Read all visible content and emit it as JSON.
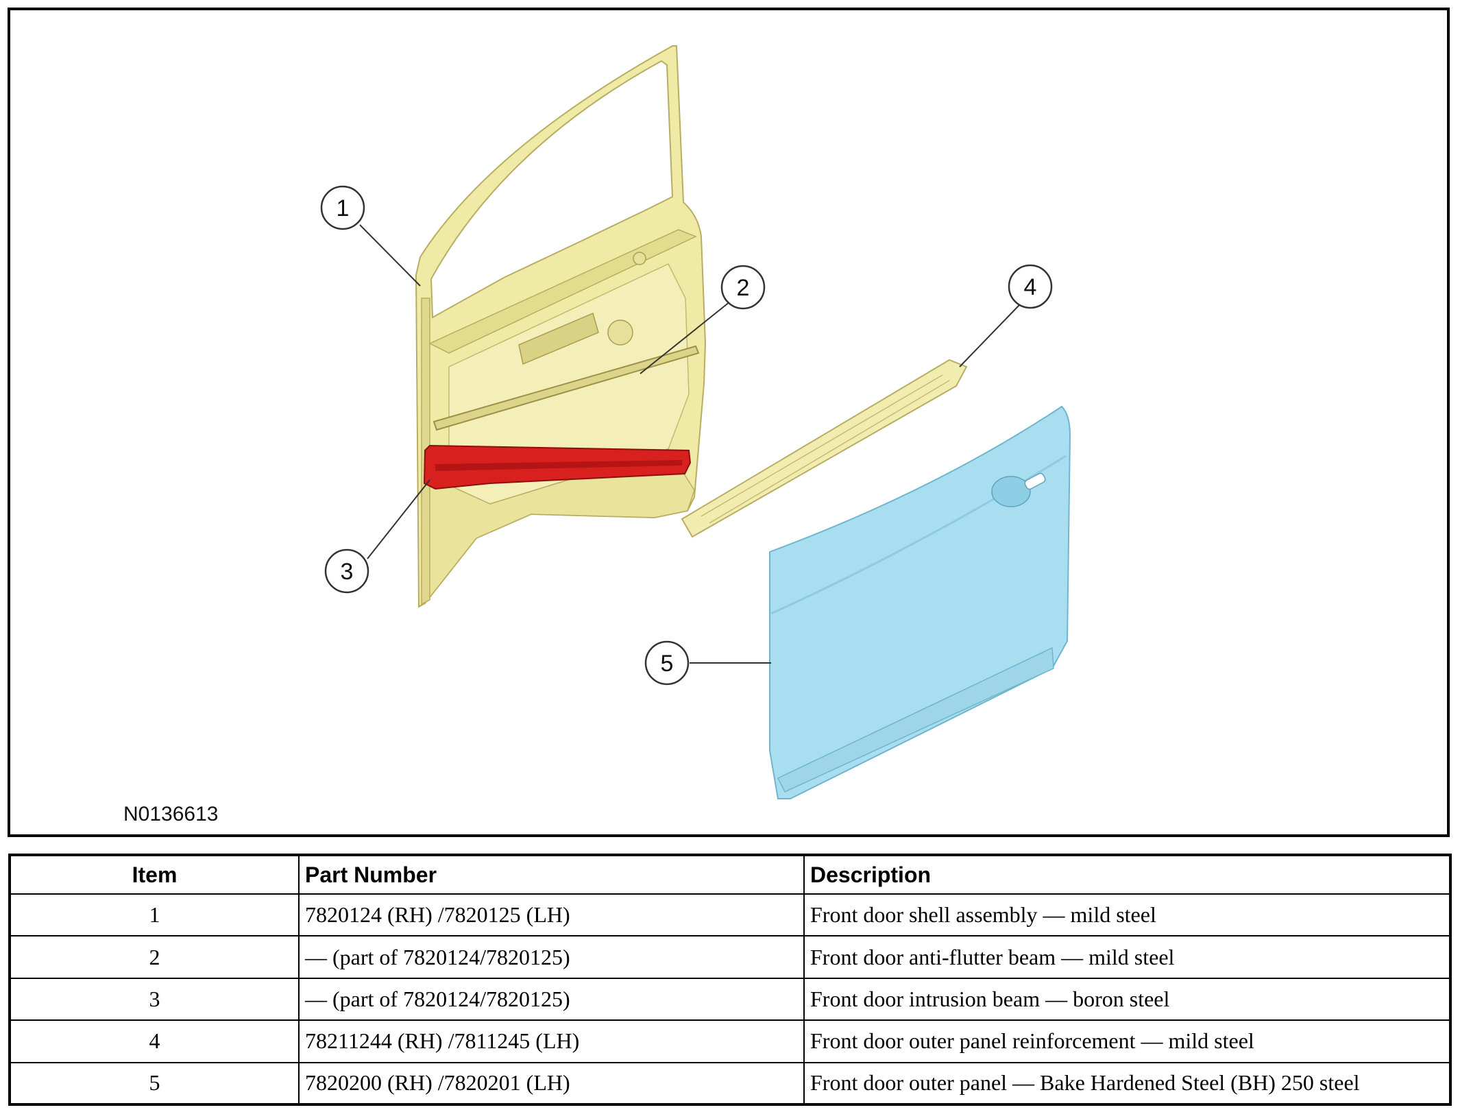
{
  "figure": {
    "id_label": "N0136613",
    "callouts": [
      "1",
      "2",
      "3",
      "4",
      "5"
    ],
    "colors": {
      "shell": "#efeaa6",
      "shell_edge": "#b8ad62",
      "intrusion_beam": "#d8201e",
      "reinforcement": "#f1ecb0",
      "outer_panel": "#a9def0",
      "outer_panel_edge": "#6fb5cf"
    }
  },
  "table": {
    "headers": {
      "item": "Item",
      "part_number": "Part Number",
      "description": "Description"
    },
    "rows": [
      {
        "item": "1",
        "part_number": "7820124 (RH) /7820125 (LH)",
        "description": "Front door shell assembly — mild steel"
      },
      {
        "item": "2",
        "part_number": "— (part of 7820124/7820125)",
        "description": "Front door anti-flutter beam — mild steel"
      },
      {
        "item": "3",
        "part_number": "— (part of 7820124/7820125)",
        "description": "Front door intrusion beam — boron steel"
      },
      {
        "item": "4",
        "part_number": "78211244 (RH) /7811245 (LH)",
        "description": "Front door outer panel reinforcement — mild steel"
      },
      {
        "item": "5",
        "part_number": "7820200 (RH) /7820201 (LH)",
        "description": "Front door outer panel — Bake Hardened Steel (BH) 250 steel"
      }
    ]
  }
}
